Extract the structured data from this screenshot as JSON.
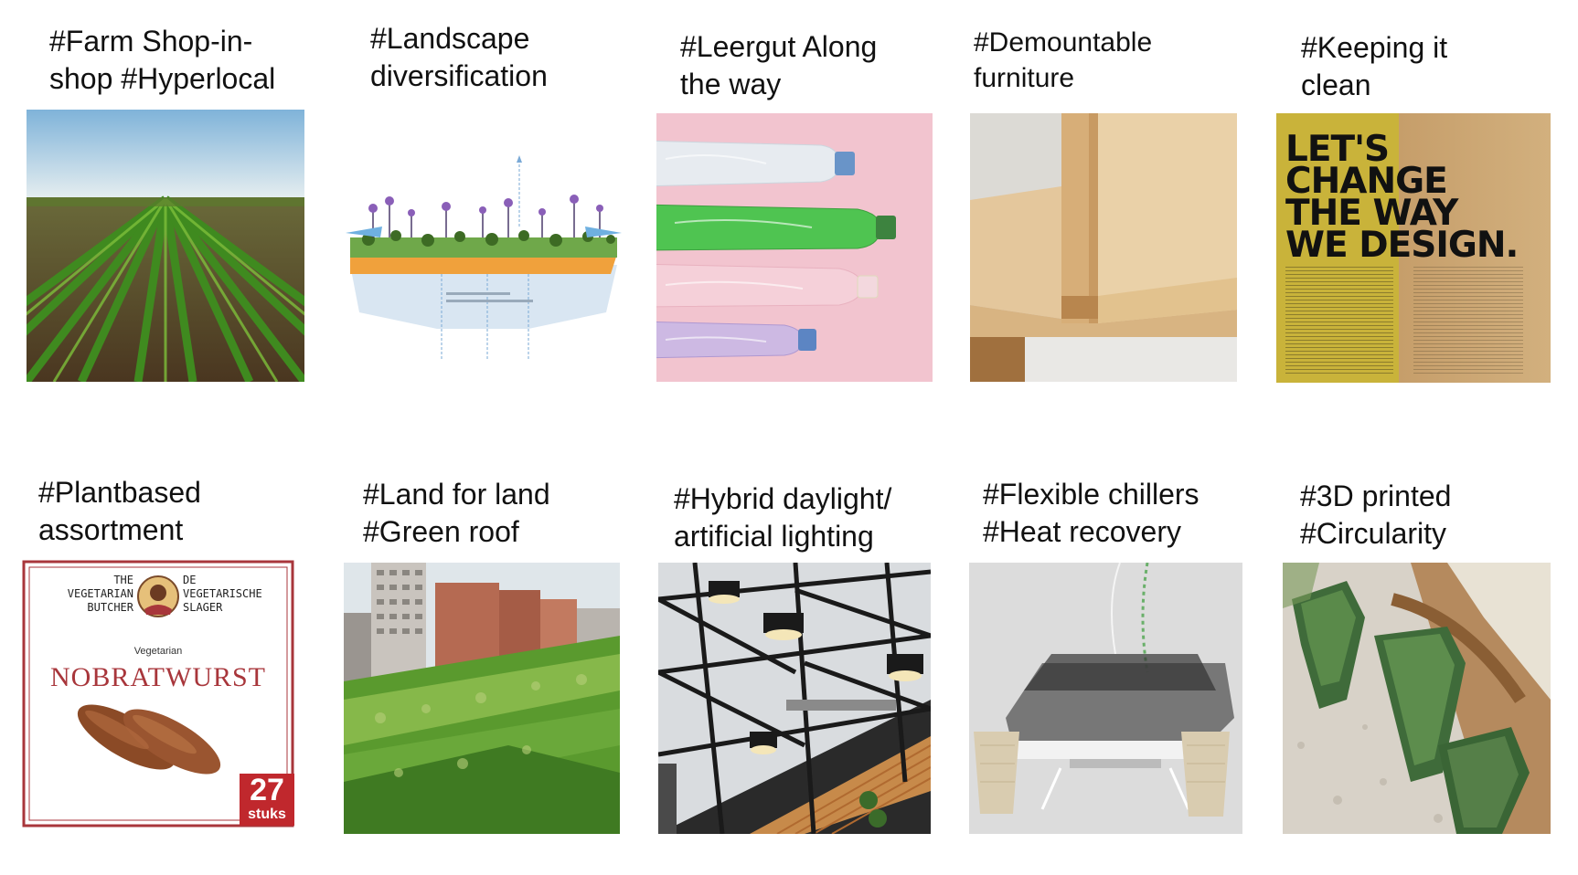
{
  "tiles": [
    {
      "lines": [
        "#Farm Shop-in-",
        "shop #Hyperlocal"
      ]
    },
    {
      "lines": [
        "#Landscape",
        "diversification"
      ]
    },
    {
      "lines": [
        "#Leergut Along",
        "the way"
      ]
    },
    {
      "lines": [
        "#Demountable",
        "furniture"
      ]
    },
    {
      "lines": [
        "#Keeping it",
        "clean"
      ]
    },
    {
      "lines": [
        "#Plantbased",
        "assortment"
      ]
    },
    {
      "lines": [
        "#Land for land",
        "#Green roof"
      ]
    },
    {
      "lines": [
        "#Hybrid daylight/",
        "artificial lighting"
      ]
    },
    {
      "lines": [
        "#Flexible chillers",
        "#Heat recovery"
      ]
    },
    {
      "lines": [
        "#3D printed",
        "#Circularity"
      ]
    }
  ],
  "poster": {
    "lines": [
      "LET'S",
      "CHANGE",
      "THE WAY",
      "WE DESIGN."
    ]
  },
  "package": {
    "brand_left": [
      "THE",
      "VEGETARIAN",
      "BUTCHER"
    ],
    "brand_right": [
      "DE",
      "VEGETARISCHE",
      "SLAGER"
    ],
    "subtitle": "Vegetarian",
    "product": "NOBRATWURST",
    "count": "27",
    "unit": "stuks"
  },
  "colors": {
    "poster_bg": "#c9b33a",
    "cardboard": "#c9a574",
    "badge_red": "#c0282d",
    "frame_red": "#a8363b"
  }
}
